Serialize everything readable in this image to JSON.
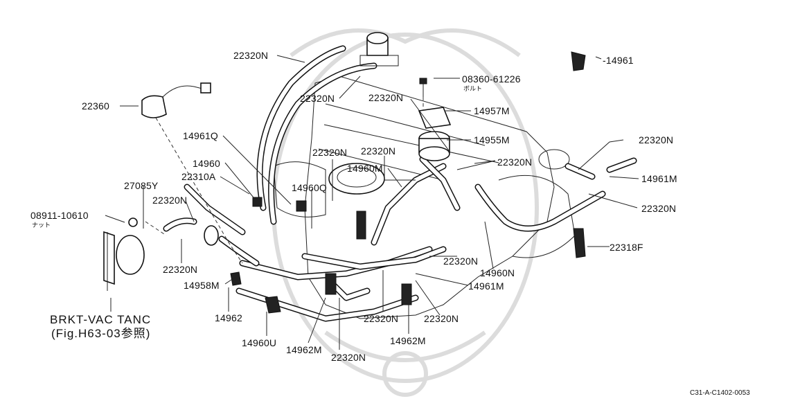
{
  "diagram_code": "C31-A-C1402-0053",
  "note": {
    "line1": "BRKT-VAC TANC",
    "line2": "(Fig.H63-03参照)"
  },
  "labels": {
    "hose_22320n_top": "22320N",
    "connector_22360": "22360",
    "hose_22320n_upper": "22320N",
    "hose_22320n_center": "22320N",
    "bolt_part": "08360-61226",
    "bolt_sub": "ボルト",
    "clip_14961": "-14961",
    "bracket_14957m": "14957M",
    "valve_14955m": "14955M",
    "hose_22320n_right": "22320N",
    "clip_14961m": "14961M",
    "hose_22320n_right_low": "22320N",
    "clip_14961q": "14961Q",
    "clip_14960": "14960",
    "tube_22310a": "22310A",
    "hose_22320n_mid_a": "22320N",
    "hose_22320n_mid_b": "22320N",
    "clip_14960m": "14960M",
    "clip_14960q": "14960Q",
    "tank_27085y": "27085Y",
    "hose_22320n_left": "22320N",
    "nut_part": "08911-10610",
    "nut_sub": "ナット",
    "hose_22320n_left_low": "22320N",
    "clip_14958m": "14958M",
    "clip_14962": "14962",
    "clip_14960u": "14960U",
    "clip_14962m_left": "14962M",
    "hose_22320n_bottom": "22320N",
    "hose_22320n_bottom_mid": "22320N",
    "clip_14962m_right": "14962M",
    "hose_22320n_bottom_right": "22320N",
    "hose_22320n_low_center": "22320N",
    "clip_14961m_low": "14961M",
    "clip_14960n": "14960N",
    "clip_22318f": "22318F"
  }
}
